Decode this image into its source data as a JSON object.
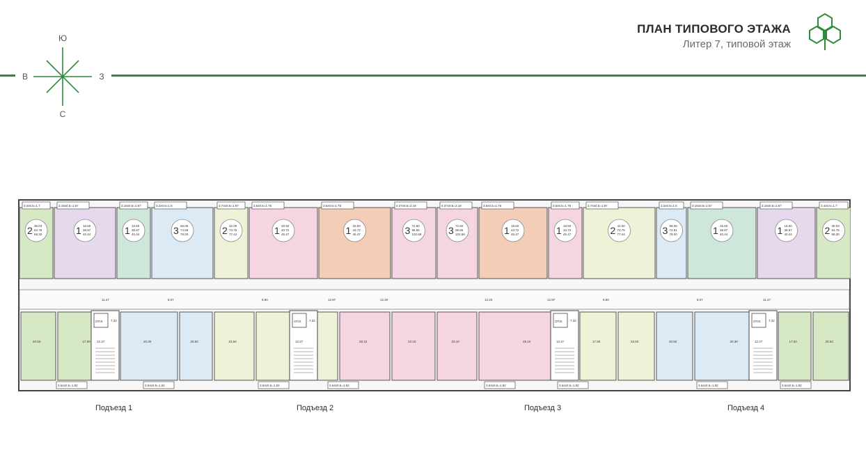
{
  "header": {
    "title": "ПЛАН ТИПОВОГО ЭТАЖА",
    "subtitle": "Литер 7, типовой этаж"
  },
  "compass": {
    "north": "Ю",
    "west": "В",
    "east": "З",
    "south": "С"
  },
  "colors": {
    "accent": "#2e8b3a",
    "apt_green": "#d7e8c5",
    "apt_teal": "#cfe6db",
    "apt_lilac": "#e6d9ee",
    "apt_pink": "#f6d5e3",
    "apt_salmon": "#f3cdb8",
    "apt_blue": "#dbeaf5",
    "apt_cream": "#eef2d6"
  },
  "entrances": [
    "Подъезд 1",
    "Подъезд 2",
    "Подъезд 3",
    "Подъезд 4"
  ],
  "apartments": [
    {
      "rooms": "2",
      "a": "36.03",
      "b": "64.78",
      "c": "68.30"
    },
    {
      "rooms": "1",
      "a": "16.50",
      "b": "38.87",
      "c": "40.44"
    },
    {
      "rooms": "1",
      "a": "16.50",
      "b": "38.87",
      "c": "40.44"
    },
    {
      "rooms": "3",
      "a": "56.06",
      "b": "74.58",
      "c": "78.00"
    },
    {
      "rooms": "2",
      "a": "42.00",
      "b": "73.75",
      "c": "77.44"
    },
    {
      "rooms": "1",
      "a": "18.50",
      "b": "43.72",
      "c": "45.47"
    },
    {
      "rooms": "1",
      "a": "18.50",
      "b": "43.72",
      "c": "45.47"
    },
    {
      "rooms": "3",
      "a": "72.50",
      "b": "98.65",
      "c": "102.68"
    },
    {
      "rooms": "3",
      "a": "72.50",
      "b": "98.65",
      "c": "102.68"
    },
    {
      "rooms": "1",
      "a": "18.50",
      "b": "43.72",
      "c": "45.47"
    },
    {
      "rooms": "1",
      "a": "18.50",
      "b": "43.72",
      "c": "45.47"
    },
    {
      "rooms": "2",
      "a": "42.00",
      "b": "73.75",
      "c": "77.44"
    },
    {
      "rooms": "3",
      "a": "56.06",
      "b": "74.51",
      "c": "78.00"
    },
    {
      "rooms": "1",
      "a": "16.50",
      "b": "38.87",
      "c": "40.44"
    },
    {
      "rooms": "1",
      "a": "16.50",
      "b": "38.87",
      "c": "40.44"
    },
    {
      "rooms": "2",
      "a": "36.03",
      "b": "64.78",
      "c": "68.30"
    }
  ],
  "balconies_top": [
    "3.4x0.5=1.7",
    "3.15x0.5=1.57",
    "3.15x0.5=1.57",
    "3.2x0.5=1.6",
    "3.74x0.5=1.87",
    "3.5x0.5=1.75",
    "3.5x0.5=1.75",
    "4.37x0.5=2.18",
    "4.37x0.5=2.18",
    "3.5x0.5=1.75",
    "3.5x0.5=1.75",
    "3.74x0.5=1.87",
    "3.2x0.5=1.6",
    "3.15x0.5=1.57",
    "3.15x0.5=1.57",
    "3.4x0.5=1.7"
  ],
  "balconies_bottom": [
    "3.64x0.5=1.82",
    "3.64x0.5=1.82",
    "3.64x0.5=1.82",
    "3.64x0.5=1.82",
    "3.64x0.5=1.82",
    "3.64x0.5=1.82",
    "3.64x0.5=1.82",
    "3.64x0.5=1.82"
  ],
  "rooms_bottom": [
    "20.53",
    "17.00",
    "20.30",
    "20.50",
    "23.50",
    "17.50",
    "28.10",
    "23.10",
    "23.10",
    "28.10",
    "17.50",
    "23.50",
    "20.50",
    "20.30",
    "17.00",
    "20.53"
  ],
  "corridors": [
    "11.47",
    "8.07",
    "9.80",
    "12.97",
    "12.20",
    "12.20",
    "12.97",
    "9.80",
    "8.07",
    "11.47"
  ],
  "stairs_label": "12.27",
  "lift_label": "7.32",
  "lift_text": "OTIS"
}
